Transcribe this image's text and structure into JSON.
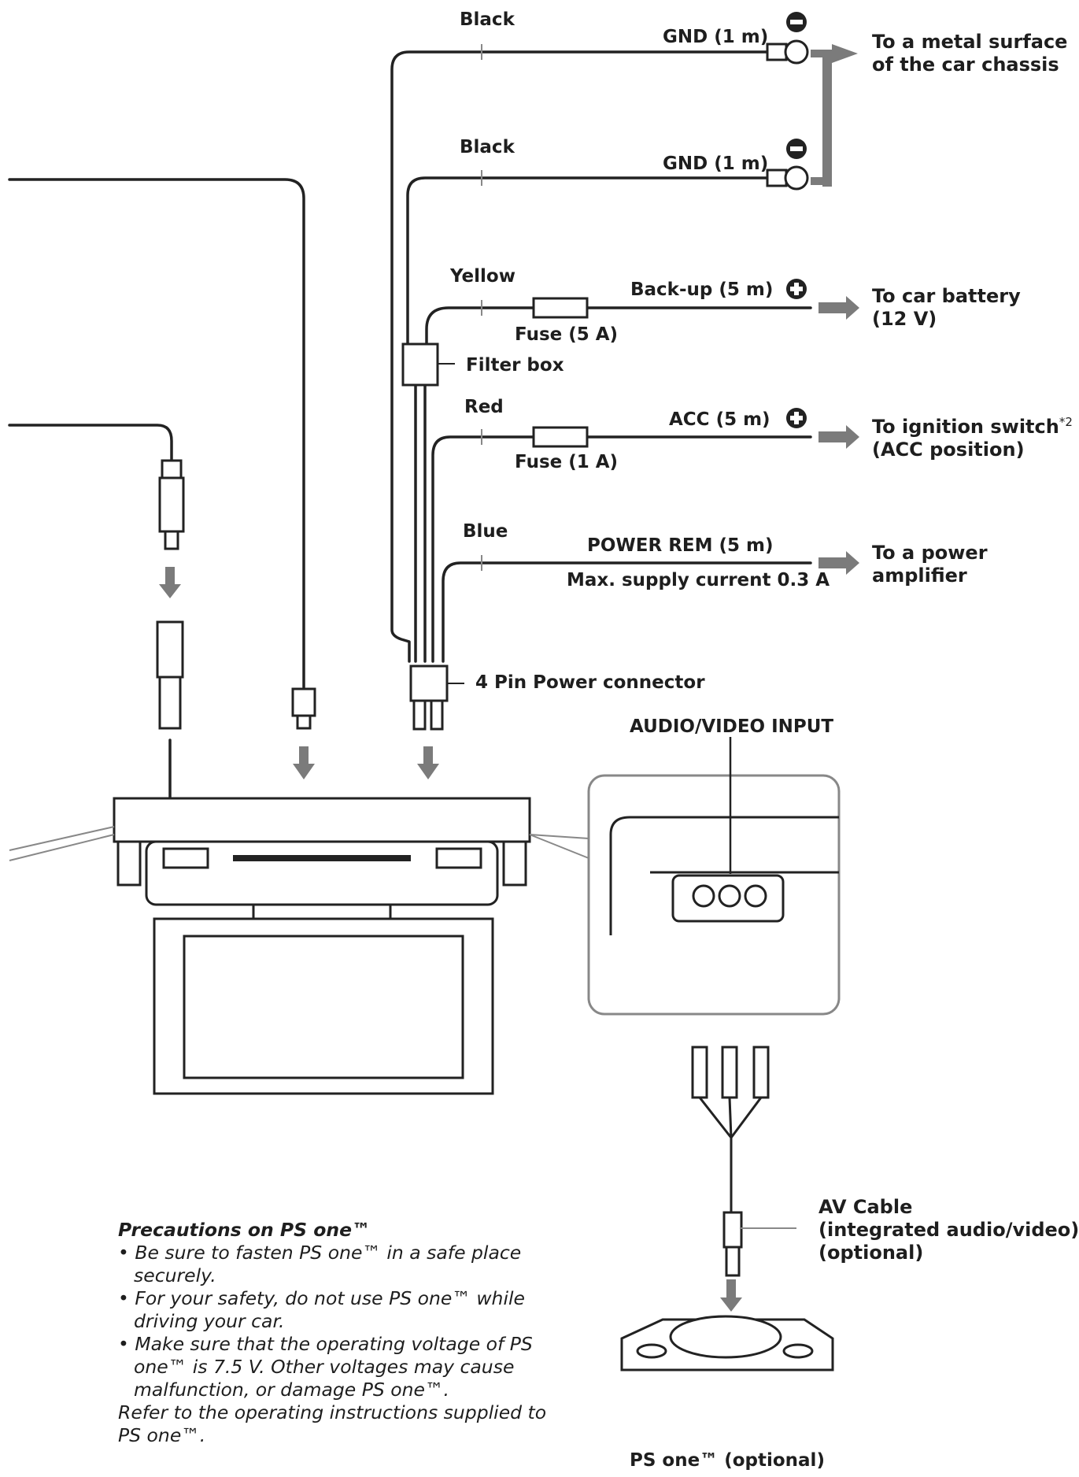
{
  "wires": {
    "gnd1": {
      "color": "Black",
      "label": "GND (1 m)"
    },
    "gnd2": {
      "color": "Black",
      "label": "GND (1 m)"
    },
    "backup": {
      "color": "Yellow",
      "label": "Back-up (5 m)",
      "fuse": "Fuse (5 A)"
    },
    "acc": {
      "color": "Red",
      "label": "ACC (5 m)",
      "fuse": "Fuse (1 A)"
    },
    "rem": {
      "color": "Blue",
      "label": "POWER REM (5 m)",
      "note": "Max. supply current 0.3 A"
    }
  },
  "filter_box": "Filter box",
  "connector": "4 Pin Power connector",
  "av_input": "AUDIO/VIDEO INPUT",
  "destinations": {
    "chassis": [
      "To a metal surface",
      "of the car chassis"
    ],
    "battery": [
      "To car battery",
      "(12 V)"
    ],
    "ignition": {
      "line1": "To ignition switch",
      "mark": "*2",
      "line2": "(ACC position)"
    },
    "amplifier": [
      "To a power",
      "amplifier"
    ]
  },
  "av_cable": [
    "AV Cable",
    "(integrated audio/video)",
    "(optional)"
  ],
  "ps_one": "PS one™ (optional)",
  "precautions": {
    "title": "Precautions on PS one™",
    "items": [
      "Be sure to fasten PS one™ in a safe place securely.",
      "For your safety, do not use PS one™ while driving your car.",
      "Make sure that the operating voltage of PS one™ is 7.5 V. Other voltages may cause malfunction, or damage PS one™."
    ],
    "footer": "Refer to the operating instructions supplied to PS one™."
  },
  "icons": {
    "minus": "minus-circle-icon",
    "plus": "plus-circle-icon",
    "arrow": "arrow-right-icon"
  }
}
